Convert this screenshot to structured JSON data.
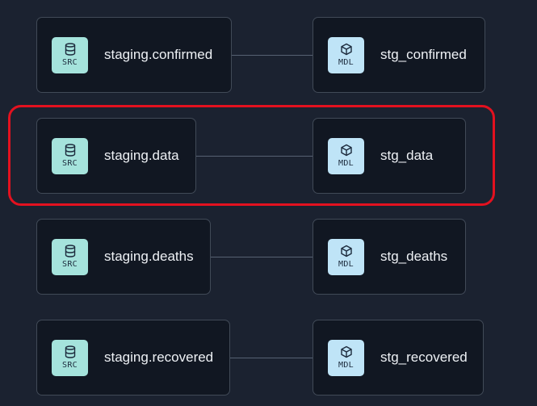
{
  "badges": {
    "source": "SRC",
    "model": "MDL"
  },
  "icons": {
    "source": "database-icon",
    "model": "cube-icon"
  },
  "colors": {
    "background": "#1b2230",
    "node_fill": "#111722",
    "source_badge": "#a5e3dc",
    "model_badge": "#bfe4f7",
    "highlight": "#e3111f"
  },
  "lineage": [
    {
      "source": "staging.confirmed",
      "model": "stg_confirmed"
    },
    {
      "source": "staging.data",
      "model": "stg_data",
      "highlighted": true
    },
    {
      "source": "staging.deaths",
      "model": "stg_deaths"
    },
    {
      "source": "staging.recovered",
      "model": "stg_recovered"
    }
  ]
}
